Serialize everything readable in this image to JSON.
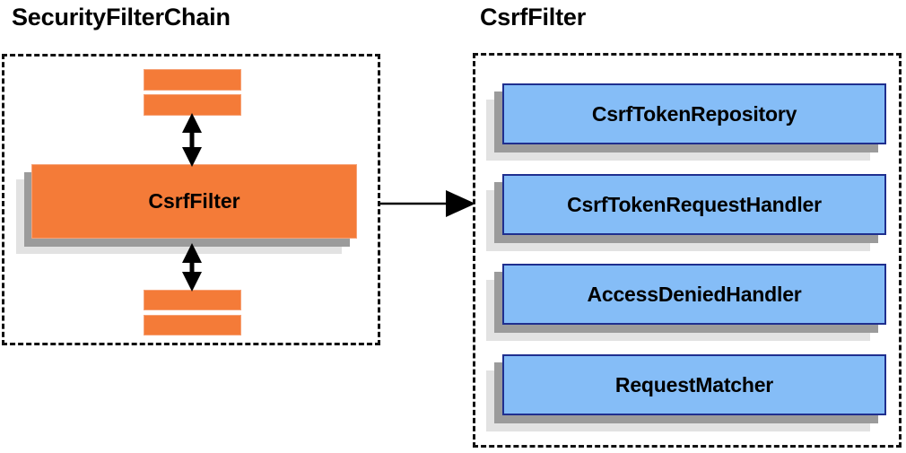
{
  "diagram": {
    "title_left": "SecurityFilterChain",
    "title_right": "CsrfFilter",
    "left_panel": {
      "name": "SecurityFilterChain",
      "filter_box_label": "CsrfFilter",
      "unlabeled_bars_above": 2,
      "unlabeled_bars_below": 2,
      "arrow_above_label": "",
      "arrow_below_label": ""
    },
    "right_panel": {
      "name": "CsrfFilter",
      "collaborators": [
        {
          "label": "CsrfTokenRepository"
        },
        {
          "label": "CsrfTokenRequestHandler"
        },
        {
          "label": "AccessDeniedHandler"
        },
        {
          "label": "RequestMatcher"
        }
      ]
    },
    "connector": {
      "label": "",
      "direction": "left-to-right"
    },
    "colors": {
      "orange_fill": "#f47b38",
      "orange_border": "#f6a277",
      "blue_fill": "#85bdf7",
      "blue_border": "#1f2f8f",
      "shadow_dark": "#9b9b9b",
      "shadow_light": "#e2e2e2",
      "dashed_border": "#111111",
      "background": "#ffffff",
      "text": "#000000"
    }
  }
}
